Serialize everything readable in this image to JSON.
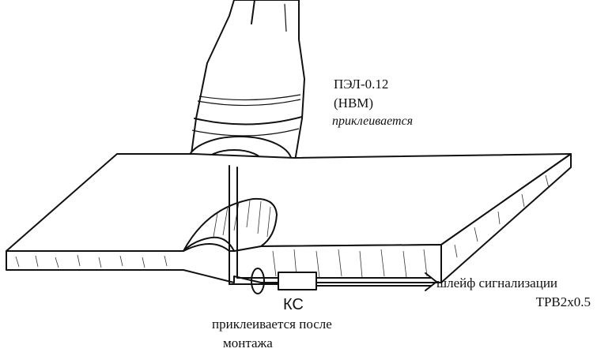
{
  "labels": {
    "wire_type": "ПЭЛ-0.12",
    "wire_note": "(НВМ)",
    "wire_glued": "приклеивается",
    "ks": "КС",
    "ks_note_line1": "приклеивается после",
    "ks_note_line2": "монтажа",
    "loop_line1": "шлейф сигнализации",
    "loop_line2": "ТРВ2х0.5"
  },
  "colors": {
    "ink": "#111111",
    "background": "#ffffff"
  }
}
